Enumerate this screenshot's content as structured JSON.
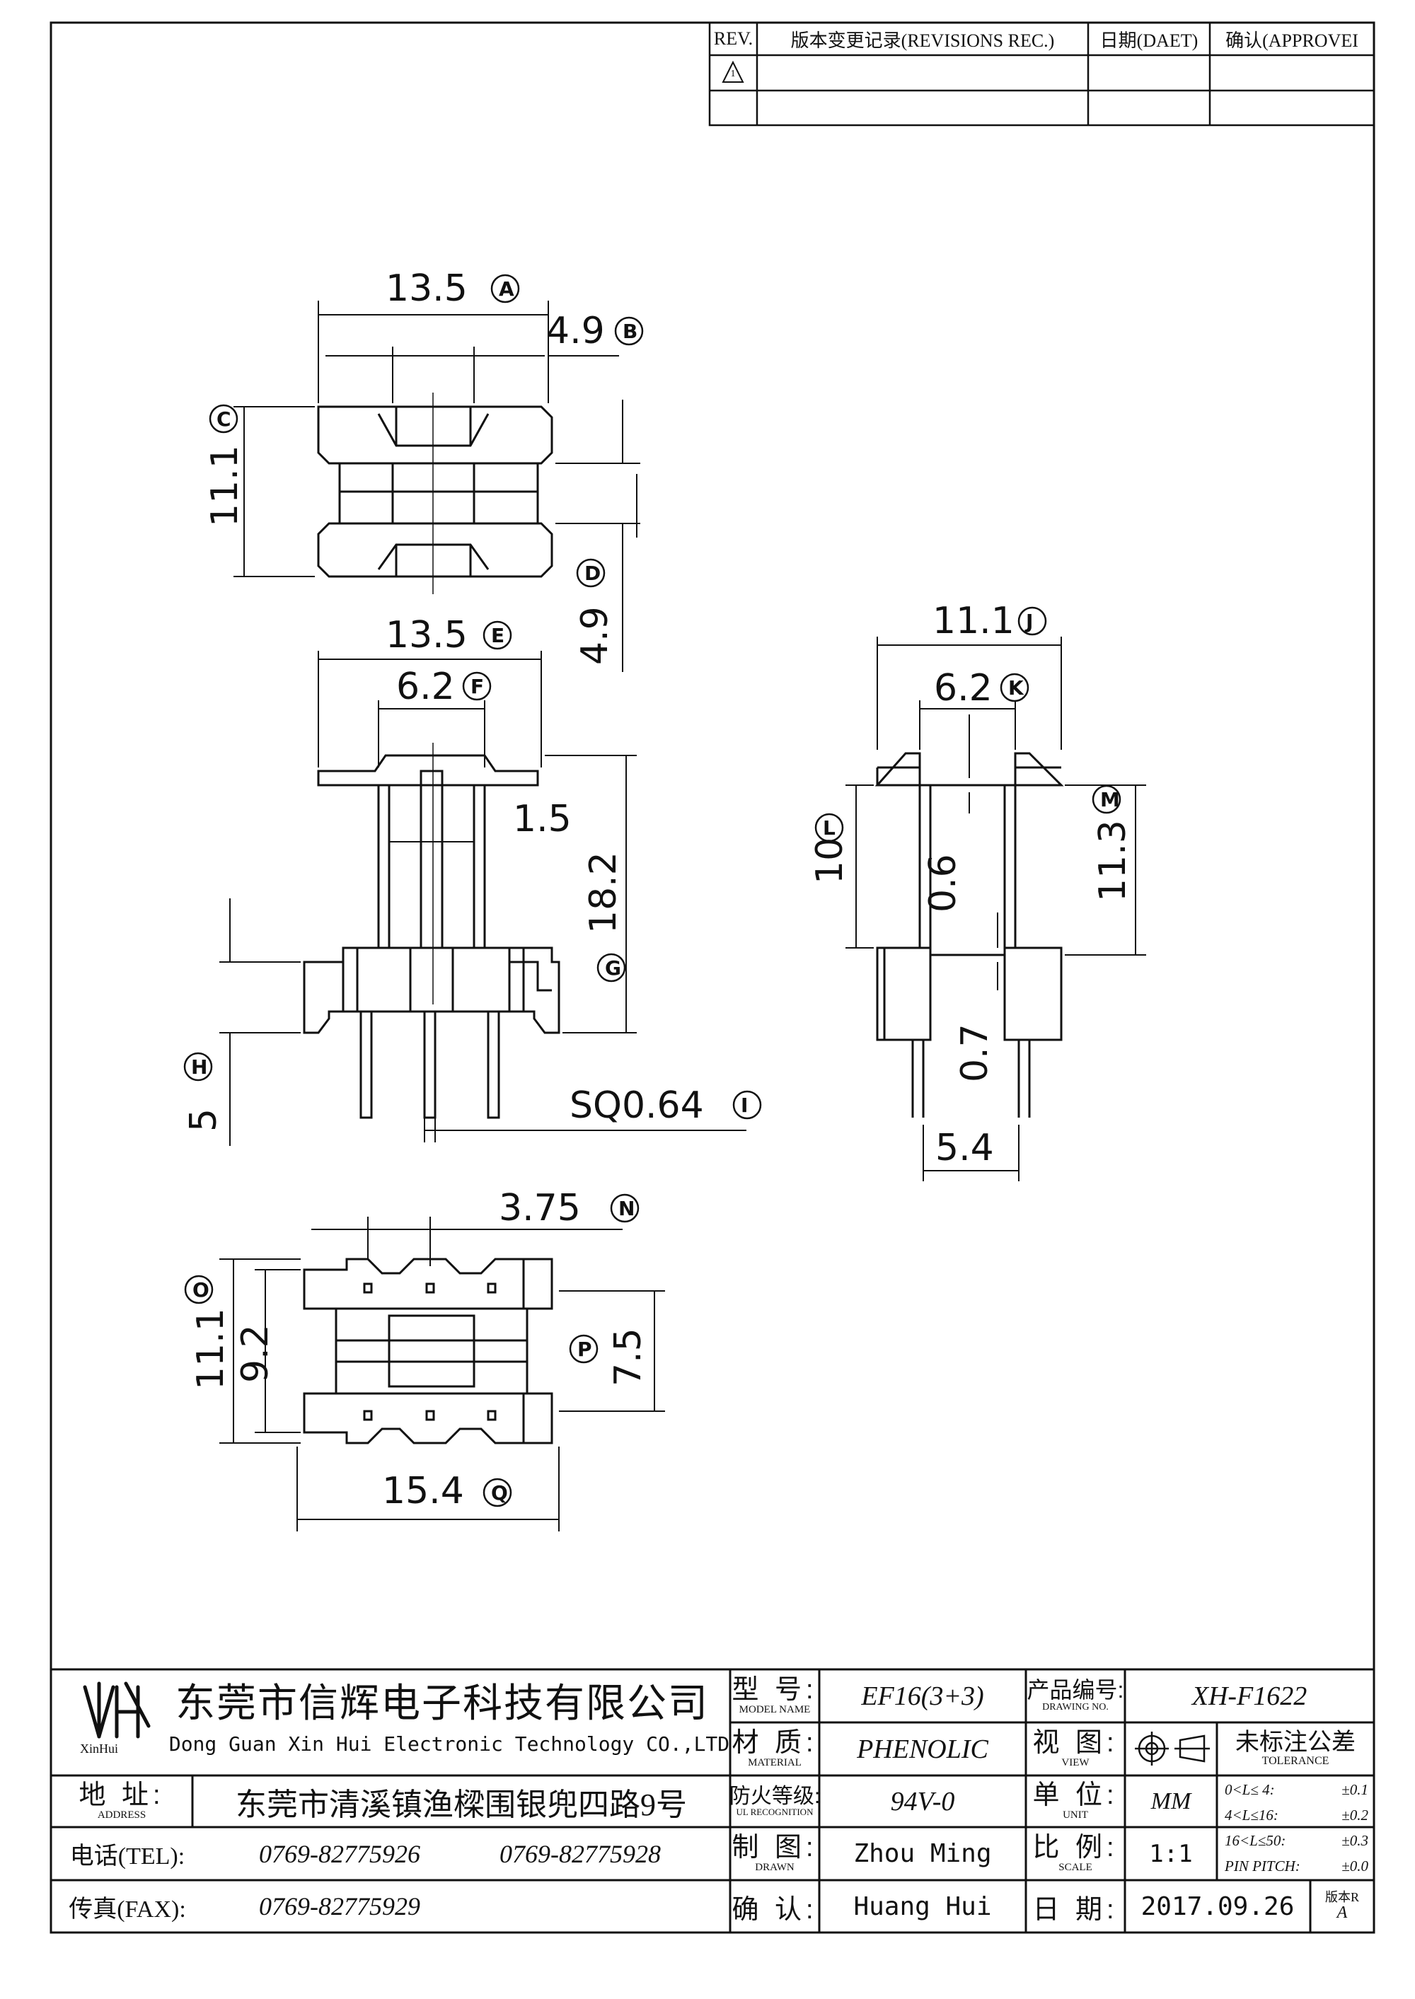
{
  "revision_table": {
    "headers": [
      "REV.",
      "版本变更记录(REVISIONS REC.)",
      "日期(DAET)",
      "确认(APPROVEI"
    ],
    "row1_rev": "1"
  },
  "dimensions": {
    "top": {
      "width": "13.5",
      "width_tag": "A",
      "slot": "4.9",
      "slot_tag": "B",
      "height": "11.1",
      "height_tag": "C",
      "side": "4.9",
      "side_tag": "D"
    },
    "front": {
      "width": "13.5",
      "width_tag": "E",
      "inner": "6.2",
      "inner_tag": "F",
      "wall": "1.5",
      "height": "18.2",
      "height_tag": "G",
      "pin_len": "5",
      "pin_len_tag": "H",
      "pin_sq": "SQ0.64",
      "pin_sq_tag": "I"
    },
    "side": {
      "width": "11.1",
      "width_tag": "J",
      "inner": "6.2",
      "inner_tag": "K",
      "flange": "10",
      "flange_tag": "L",
      "gap": "0.6",
      "height": "11.3",
      "height_tag": "M",
      "step": "0.7",
      "pitch": "5.4"
    },
    "bottom": {
      "pitch": "3.75",
      "pitch_tag": "N",
      "height": "11.1",
      "height_tag": "O",
      "inner": "9.2",
      "slot": "7.5",
      "slot_tag": "P",
      "width": "15.4",
      "width_tag": "Q"
    }
  },
  "title_block": {
    "logo_text": "XinHui",
    "company_cn": "东莞市信辉电子科技有限公司",
    "company_en": "Dong Guan Xin Hui Electronic Technology CO.,LTD",
    "address_label_cn": "地  址:",
    "address_label_en": "ADDRESS",
    "address": "东莞市清溪镇渔樑围银兜四路9号",
    "tel_label": "电话(TEL):",
    "tel1": "0769-82775926",
    "tel2": "0769-82775928",
    "fax_label": "传真(FAX):",
    "fax": "0769-82775929",
    "model_label_cn": "型  号:",
    "model_label_en": "MODEL NAME",
    "model": "EF16(3+3)",
    "material_label_cn": "材  质:",
    "material_label_en": "MATERIAL",
    "material": "PHENOLIC",
    "fire_label_cn": "防火等级:",
    "fire_label_en": "UL RECOGNITION",
    "fire": "94V-0",
    "drawn_label_cn": "制  图:",
    "drawn_label_en": "DRAWN",
    "drawn": "Zhou Ming",
    "confirm_label_cn": "确  认:",
    "confirm": "Huang Hui",
    "drawing_no_label_cn": "产品编号:",
    "drawing_no_label_en": "DRAWING NO.",
    "drawing_no": "XH-F1622",
    "view_label_cn": "视  图:",
    "view_label_en": "VIEW",
    "tolerance_label_cn": "未标注公差",
    "tolerance_label_en": "TOLERANCE",
    "tolerances": [
      {
        "range": "0<L≤ 4:",
        "value": "±0.1"
      },
      {
        "range": "4<L≤16:",
        "value": "±0.2"
      },
      {
        "range": "16<L≤50:",
        "value": "±0.3"
      },
      {
        "range": "PIN PITCH:",
        "value": "±0.0"
      }
    ],
    "unit_label_cn": "单  位:",
    "unit_label_en": "UNIT",
    "unit": "MM",
    "scale_label_cn": "比  例:",
    "scale_label_en": "SCALE",
    "scale": "1:1",
    "date_label_cn": "日  期:",
    "date": "2017.09.26",
    "version_label": "版本R",
    "version": "A"
  }
}
